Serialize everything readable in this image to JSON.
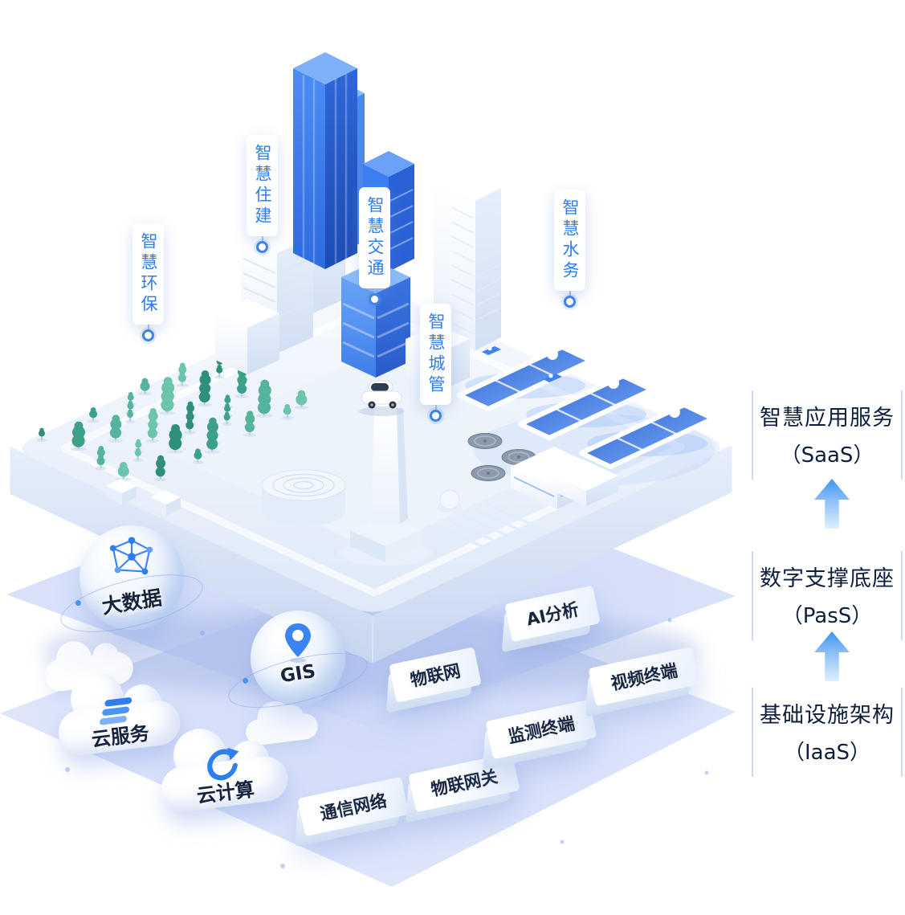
{
  "callouts": [
    {
      "label": "智慧环保"
    },
    {
      "label": "智慧住建"
    },
    {
      "label": "智慧交通"
    },
    {
      "label": "智慧城管"
    },
    {
      "label": "智慧水务"
    }
  ],
  "platform_items": {
    "bigdata": "大数据",
    "gis": "GIS",
    "iot": "物联网",
    "ai_analysis": "AI分析",
    "cloud_service": "云服务",
    "cloud_computing": "云计算",
    "comm_network": "通信网络",
    "iot_gateway": "物联网关",
    "monitor_terminal": "监测终端",
    "video_terminal": "视频终端"
  },
  "architecture_layers": [
    {
      "title": "智慧应用服务",
      "subtitle": "（SaaS）"
    },
    {
      "title": "数字支撑底座",
      "subtitle": "（PasS）"
    },
    {
      "title": "基础设施架构",
      "subtitle": "（IaaS）"
    }
  ],
  "colors": {
    "accent_blue": "#2f7ef0",
    "callout_text": "#2f7de5",
    "layer_text": "#0f1e3c",
    "plane": "#c6d2f4",
    "tree_green": "#3da08b"
  }
}
